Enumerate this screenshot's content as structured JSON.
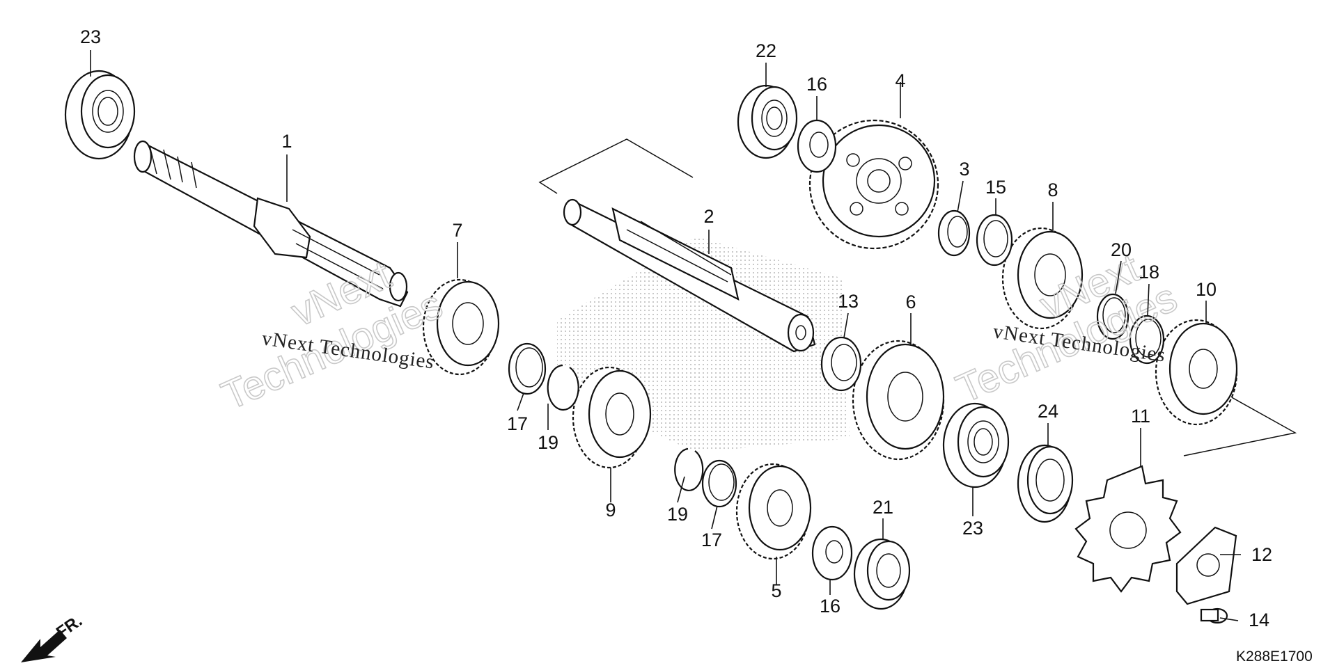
{
  "diagram": {
    "drawing_code": "K288E1700",
    "front_indicator": "FR.",
    "watermark": {
      "text_small": "vNext Technologies",
      "text_large_1": "vNext",
      "text_large_2": "Technologies"
    },
    "callouts": [
      {
        "id": "c1",
        "label": "1"
      },
      {
        "id": "c2",
        "label": "2"
      },
      {
        "id": "c3",
        "label": "3"
      },
      {
        "id": "c4",
        "label": "4"
      },
      {
        "id": "c5",
        "label": "5"
      },
      {
        "id": "c6",
        "label": "6"
      },
      {
        "id": "c7",
        "label": "7"
      },
      {
        "id": "c8",
        "label": "8"
      },
      {
        "id": "c9",
        "label": "9"
      },
      {
        "id": "c10",
        "label": "10"
      },
      {
        "id": "c11",
        "label": "11"
      },
      {
        "id": "c12",
        "label": "12"
      },
      {
        "id": "c13",
        "label": "13"
      },
      {
        "id": "c14",
        "label": "14"
      },
      {
        "id": "c15",
        "label": "15"
      },
      {
        "id": "c16a",
        "label": "16"
      },
      {
        "id": "c16b",
        "label": "16"
      },
      {
        "id": "c17a",
        "label": "17"
      },
      {
        "id": "c17b",
        "label": "17"
      },
      {
        "id": "c18",
        "label": "18"
      },
      {
        "id": "c19a",
        "label": "19"
      },
      {
        "id": "c19b",
        "label": "19"
      },
      {
        "id": "c20",
        "label": "20"
      },
      {
        "id": "c21",
        "label": "21"
      },
      {
        "id": "c22",
        "label": "22"
      },
      {
        "id": "c23a",
        "label": "23"
      },
      {
        "id": "c23b",
        "label": "23"
      },
      {
        "id": "c24",
        "label": "24"
      }
    ]
  }
}
